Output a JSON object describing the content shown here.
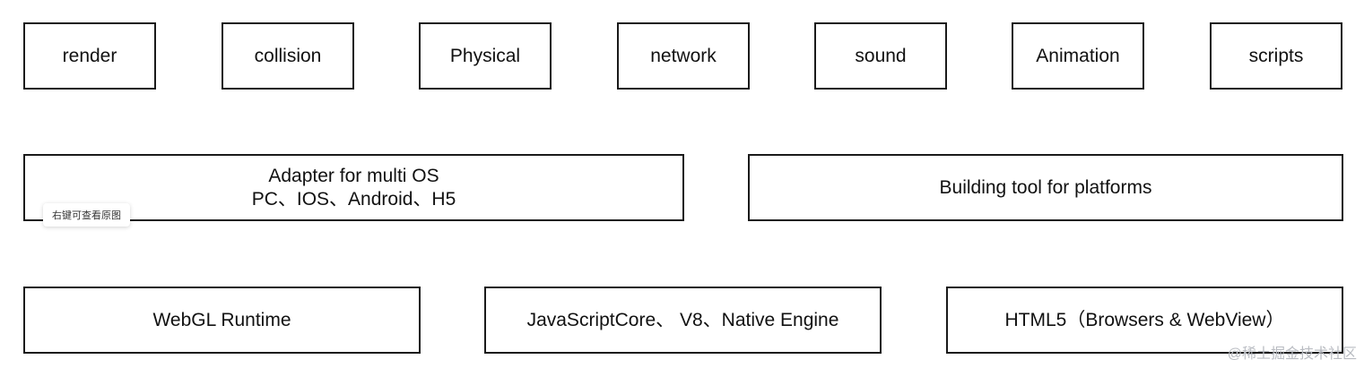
{
  "modules": [
    "render",
    "collision",
    "Physical",
    "network",
    "sound",
    "Animation",
    "scripts"
  ],
  "adapter": {
    "line1": "Adapter for multi OS",
    "line2": "PC、IOS、Android、H5"
  },
  "building_tool": "Building tool for platforms",
  "runtimes": [
    "WebGL Runtime",
    "JavaScriptCore、 V8、Native Engine",
    "HTML5（Browsers & WebView）"
  ],
  "tooltip": "右键可查看原图",
  "watermark": "@稀土掘金技术社区"
}
